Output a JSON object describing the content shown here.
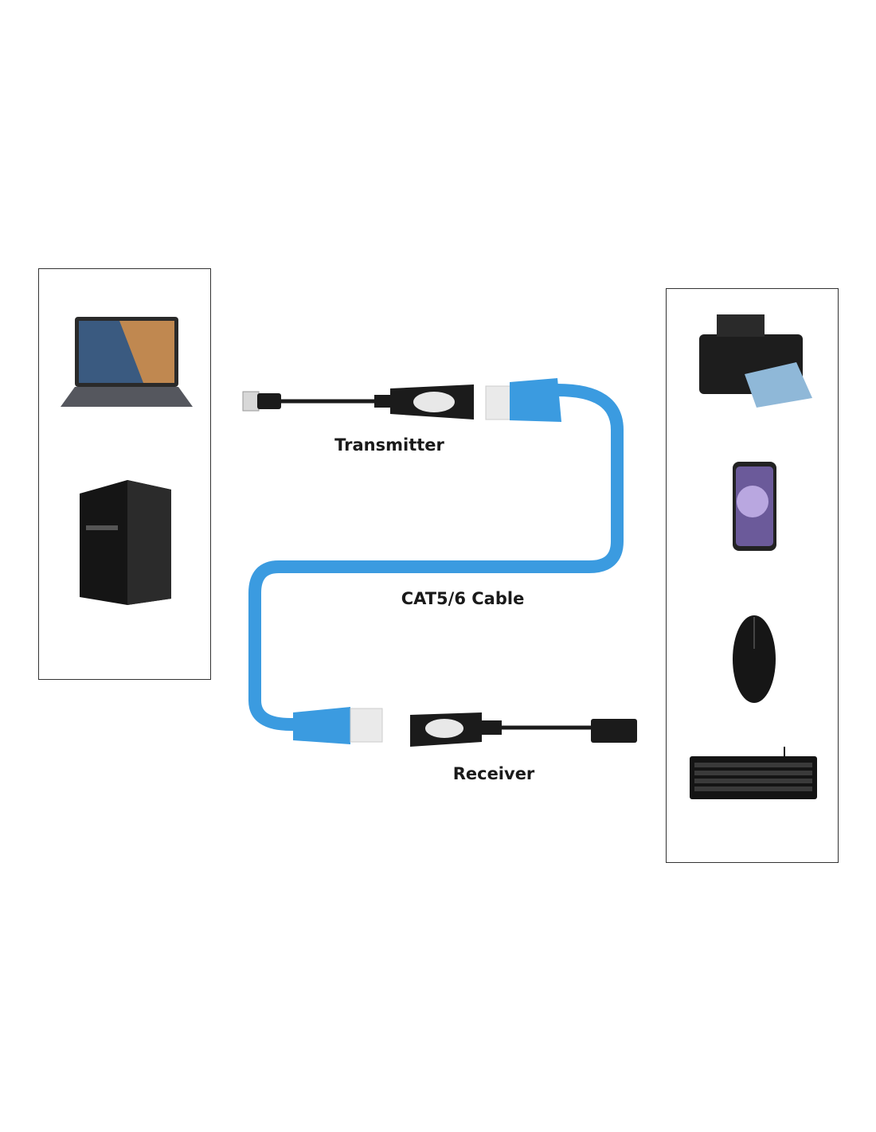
{
  "labels": {
    "transmitter": "Transmitter",
    "cable": "CAT5/6 Cable",
    "receiver": "Receiver"
  },
  "colors": {
    "cable": "#3b9be0",
    "adapter": "#1b1b1b",
    "frame": "#333333"
  },
  "icons": [
    "laptop-icon",
    "desktop-tower-icon",
    "printer-icon",
    "smartphone-icon",
    "mouse-icon",
    "keyboard-icon",
    "usb-male-plug-icon",
    "usb-female-plug-icon",
    "rj45-connector-icon"
  ]
}
